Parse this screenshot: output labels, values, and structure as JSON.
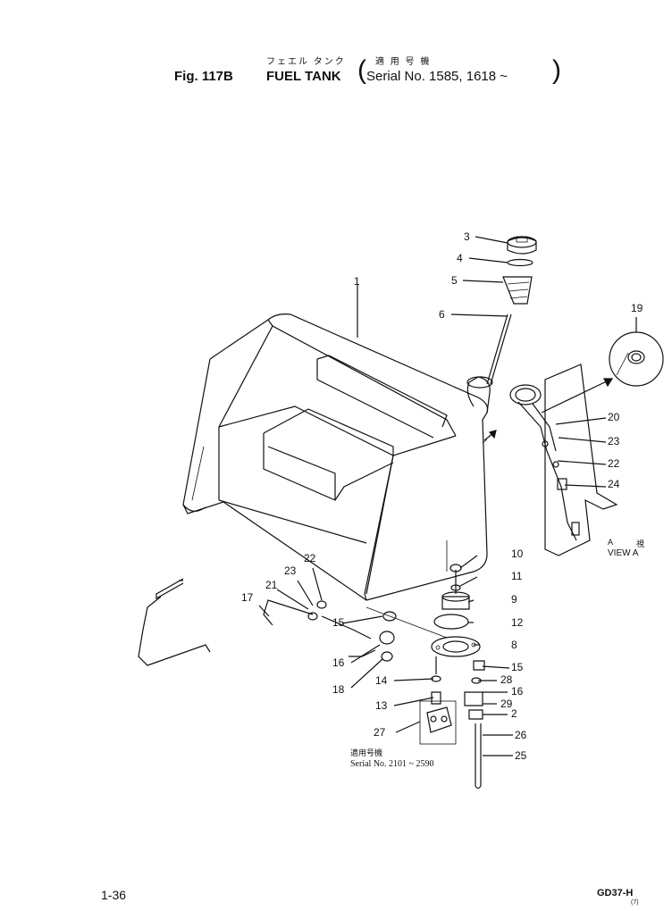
{
  "header": {
    "jp_subtitle_left": "フェエル タンク",
    "jp_subtitle_right": "適 用 号 機",
    "fig_label": "Fig. 117B",
    "title": "FUEL TANK",
    "serial_open": "(",
    "serial_text": "Serial No. 1585, 1618 ~",
    "serial_close": ")"
  },
  "callouts": [
    {
      "id": "1",
      "text": "1"
    },
    {
      "id": "2",
      "text": "2"
    },
    {
      "id": "3",
      "text": "3"
    },
    {
      "id": "4",
      "text": "4"
    },
    {
      "id": "5",
      "text": "5"
    },
    {
      "id": "6",
      "text": "6"
    },
    {
      "id": "8",
      "text": "8"
    },
    {
      "id": "9",
      "text": "9"
    },
    {
      "id": "10",
      "text": "10"
    },
    {
      "id": "11",
      "text": "11"
    },
    {
      "id": "12",
      "text": "12"
    },
    {
      "id": "13",
      "text": "13"
    },
    {
      "id": "14",
      "text": "14"
    },
    {
      "id": "15a",
      "text": "15"
    },
    {
      "id": "15b",
      "text": "15"
    },
    {
      "id": "16a",
      "text": "16"
    },
    {
      "id": "16b",
      "text": "16"
    },
    {
      "id": "17",
      "text": "17"
    },
    {
      "id": "18",
      "text": "18"
    },
    {
      "id": "19",
      "text": "19"
    },
    {
      "id": "20",
      "text": "20"
    },
    {
      "id": "21",
      "text": "21"
    },
    {
      "id": "22a",
      "text": "22"
    },
    {
      "id": "22b",
      "text": "22"
    },
    {
      "id": "23a",
      "text": "23"
    },
    {
      "id": "23b",
      "text": "23"
    },
    {
      "id": "24",
      "text": "24"
    },
    {
      "id": "25",
      "text": "25"
    },
    {
      "id": "26",
      "text": "26"
    },
    {
      "id": "27",
      "text": "27"
    },
    {
      "id": "28",
      "text": "28"
    },
    {
      "id": "29",
      "text": "29"
    }
  ],
  "view_label": {
    "letter": "A",
    "jp": "視",
    "text": "VIEW A"
  },
  "serial_note": {
    "jp": "適用号機",
    "text": "Serial No. 2101 ~ 2590"
  },
  "footer": {
    "page": "1-36",
    "model": "GD37-H",
    "mark": "(7)"
  }
}
